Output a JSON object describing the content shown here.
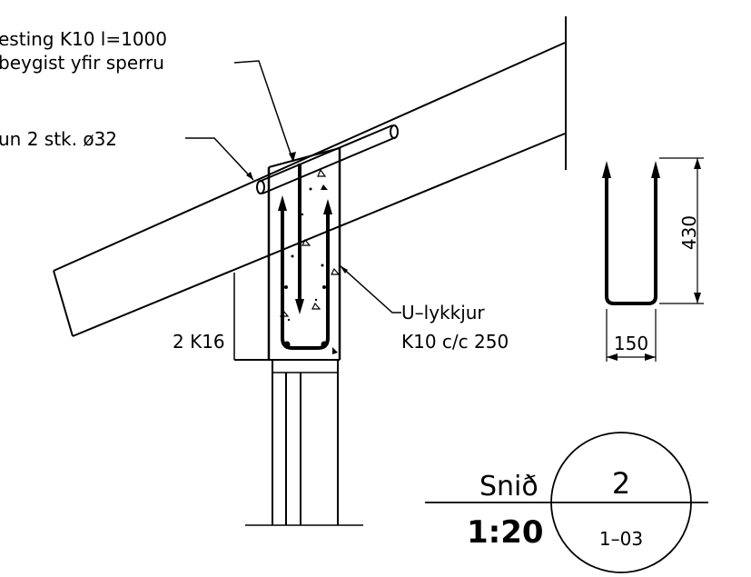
{
  "labels": {
    "festing_line1": "esting K10 l=1000",
    "festing_line2": "beygist yfir sperru",
    "dowel": "un 2 stk. ø32",
    "u_loops_line1": "U–lykkjur",
    "u_loops_line2": "K10 c/c 250",
    "bottom_bars": "2 K16"
  },
  "detail": {
    "height_dim": "430",
    "width_dim": "150"
  },
  "section": {
    "word": "Snið",
    "scale": "1:20",
    "number": "2",
    "sheet": "1–03"
  }
}
